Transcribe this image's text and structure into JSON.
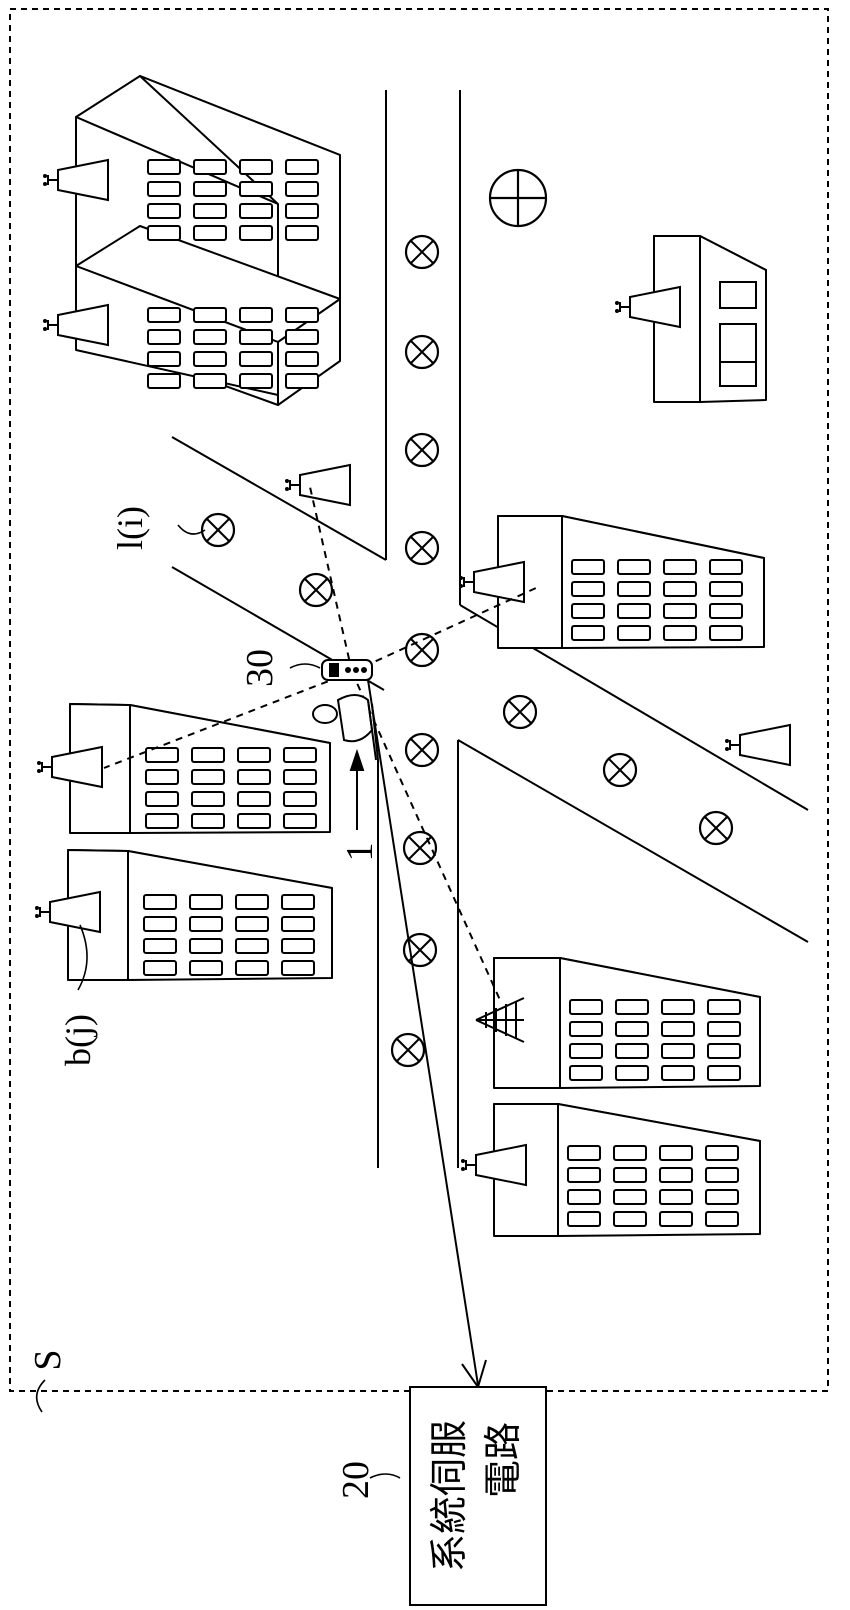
{
  "labels": {
    "b_j": "b(j)",
    "l_i": "l(i)",
    "user_path": "1",
    "mobile_device": "30",
    "server_ref": "20",
    "area": "S"
  },
  "server_box": {
    "line1": "系統伺服",
    "line2": "電路"
  }
}
